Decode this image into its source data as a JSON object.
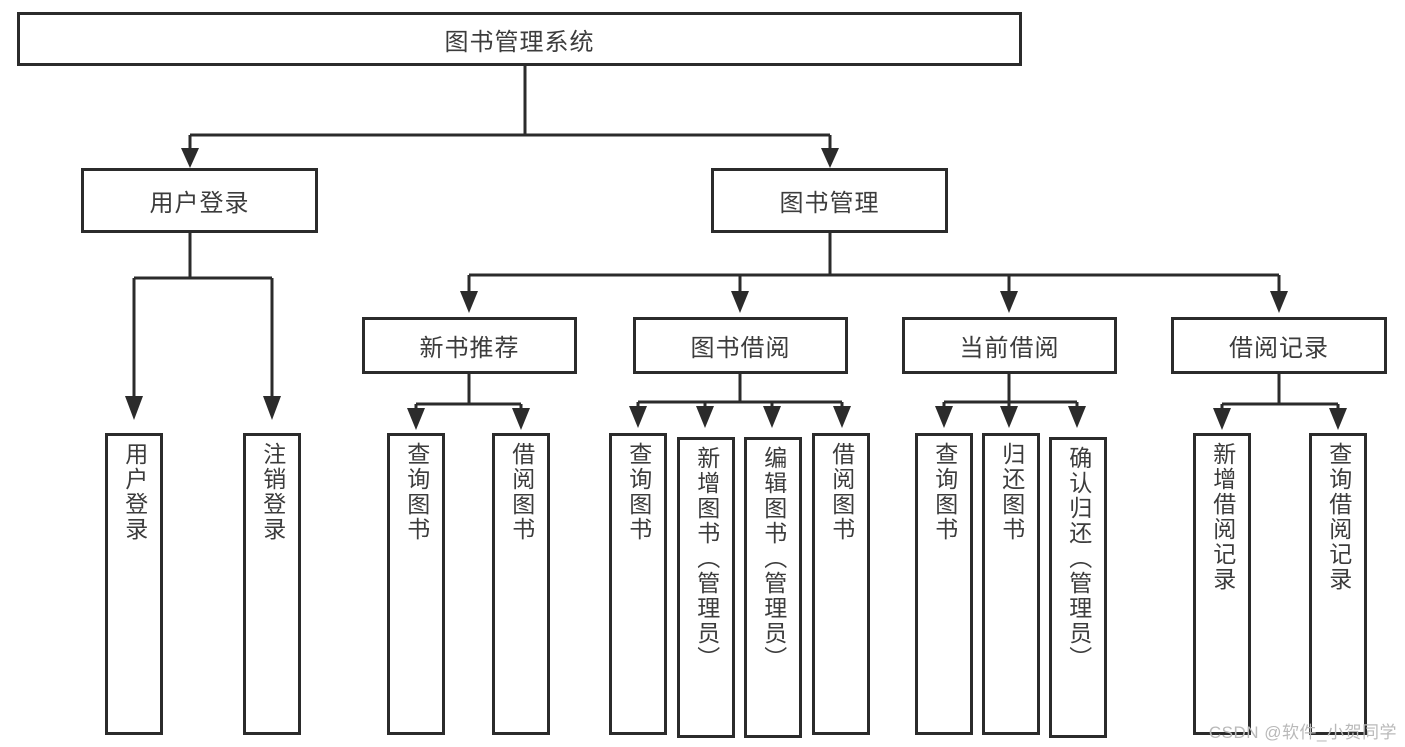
{
  "diagram": {
    "type": "tree-hierarchy",
    "title": "图书管理系统",
    "root": {
      "label": "图书管理系统"
    },
    "level2": [
      {
        "label": "用户登录"
      },
      {
        "label": "图书管理"
      }
    ],
    "level3": [
      {
        "label": "新书推荐"
      },
      {
        "label": "图书借阅"
      },
      {
        "label": "当前借阅"
      },
      {
        "label": "借阅记录"
      }
    ],
    "leaves": {
      "user_login": [
        {
          "label": "用户登录"
        },
        {
          "label": "注销登录"
        }
      ],
      "new_book_recommend": [
        {
          "label": "查询图书"
        },
        {
          "label": "借阅图书"
        }
      ],
      "book_borrow": [
        {
          "label": "查询图书"
        },
        {
          "label": "新增图书（管理员）"
        },
        {
          "label": "编辑图书（管理员）"
        },
        {
          "label": "借阅图书"
        }
      ],
      "current_borrow": [
        {
          "label": "查询图书"
        },
        {
          "label": "归还图书"
        },
        {
          "label": "确认归还（管理员）"
        }
      ],
      "borrow_record": [
        {
          "label": "新增借阅记录"
        },
        {
          "label": "查询借阅记录"
        }
      ]
    }
  },
  "watermark": {
    "text": "CSDN @软件_小贺同学"
  },
  "colors": {
    "box_border": "#2b2b2b",
    "box_fill": "#ffffff",
    "text": "#3c3c3c",
    "watermark": "#b9b9b9",
    "background": "#ffffff"
  }
}
